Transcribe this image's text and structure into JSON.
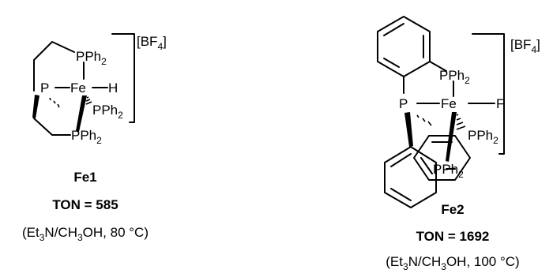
{
  "complex1": {
    "p_central": "P",
    "metal": "Fe",
    "hydride": "H",
    "ligand_top": "PPh",
    "ligand_right": "PPh",
    "ligand_bottom": "PPh",
    "sub_2": "2",
    "counterion_open": "[BF",
    "counterion_sub": "4",
    "counterion_close": "]",
    "label": "Fe1",
    "ton": "TON = 585",
    "conditions": {
      "open": "(Et",
      "sub1": "3",
      "mid": "N/CH",
      "sub2": "3",
      "close": "OH, 80 °C)"
    }
  },
  "complex2": {
    "p_central": "P",
    "metal": "Fe",
    "fluoride": "F",
    "ligand_top": "PPh",
    "ligand_right": "PPh",
    "ligand_bottom": "PPh",
    "sub_2": "2",
    "counterion_open": "[BF",
    "counterion_sub": "4",
    "counterion_close": "]",
    "label": "Fe2",
    "ton": "TON = 1692",
    "conditions": {
      "open": "(Et",
      "sub1": "3",
      "mid": "N/CH",
      "sub2": "3",
      "close": "OH, 100 °C)"
    }
  }
}
